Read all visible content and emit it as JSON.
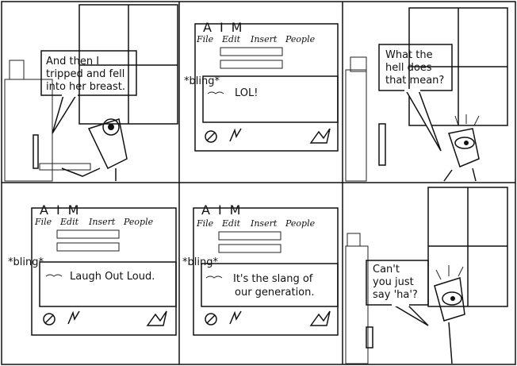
{
  "panels": {
    "p1": {
      "speech": [
        "And then I",
        "tripped and fell",
        "into her breast."
      ]
    },
    "p2": {
      "aim_title": "AIM",
      "menu": [
        "File",
        "Edit",
        "Insert",
        "People"
      ],
      "sound": "*bling*",
      "message": "LOL!"
    },
    "p3": {
      "speech": [
        "What the",
        "hell does",
        "that mean?"
      ]
    },
    "p4": {
      "aim_title": "AIM",
      "menu": [
        "File",
        "Edit",
        "Insert",
        "People"
      ],
      "sound": "*bling*",
      "message": "Laugh Out Loud."
    },
    "p5": {
      "aim_title": "AIM",
      "menu": [
        "File",
        "Edit",
        "Insert",
        "People"
      ],
      "sound": "*bling*",
      "message": [
        "It's the slang of",
        "our generation."
      ]
    },
    "p6": {
      "speech": [
        "Can't",
        "you just",
        "say 'ha'?"
      ]
    }
  },
  "colors": {
    "ink": "#111111",
    "paper": "#ffffff"
  }
}
